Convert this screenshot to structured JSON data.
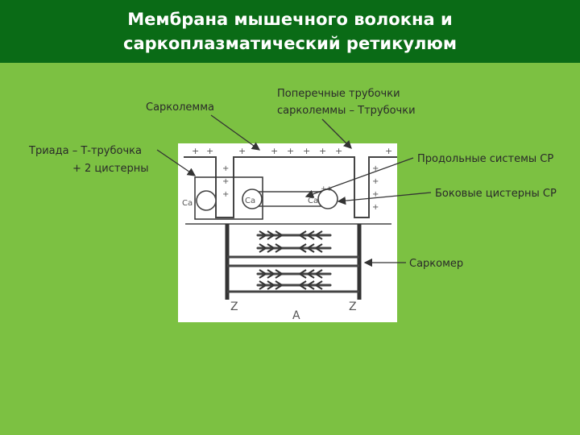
{
  "title": {
    "line1": "Мембрана мышечного волокна и",
    "line2": "саркоплазматический ретикулюм"
  },
  "labels": {
    "sarcolemma": "Сарколемма",
    "t_tubules_line1": "Поперечные трубочки",
    "t_tubules_line2": "сарколеммы – Ттрубочки",
    "triad_line1": "Триада – Т-трубочка",
    "triad_line2": "+ 2 цистерны",
    "longitudinal_sr": "Продольные системы СР",
    "lateral_cisterns": "Боковые цистерны СР",
    "sarcomere": "Саркомер"
  },
  "figure": {
    "calcium": "Ca",
    "z_line": "Z",
    "a_band": "A",
    "plus": "+"
  },
  "colors": {
    "header_bg": "#0a6b16",
    "page_bg": "#7cc142",
    "figure_bg": "#ffffff"
  }
}
